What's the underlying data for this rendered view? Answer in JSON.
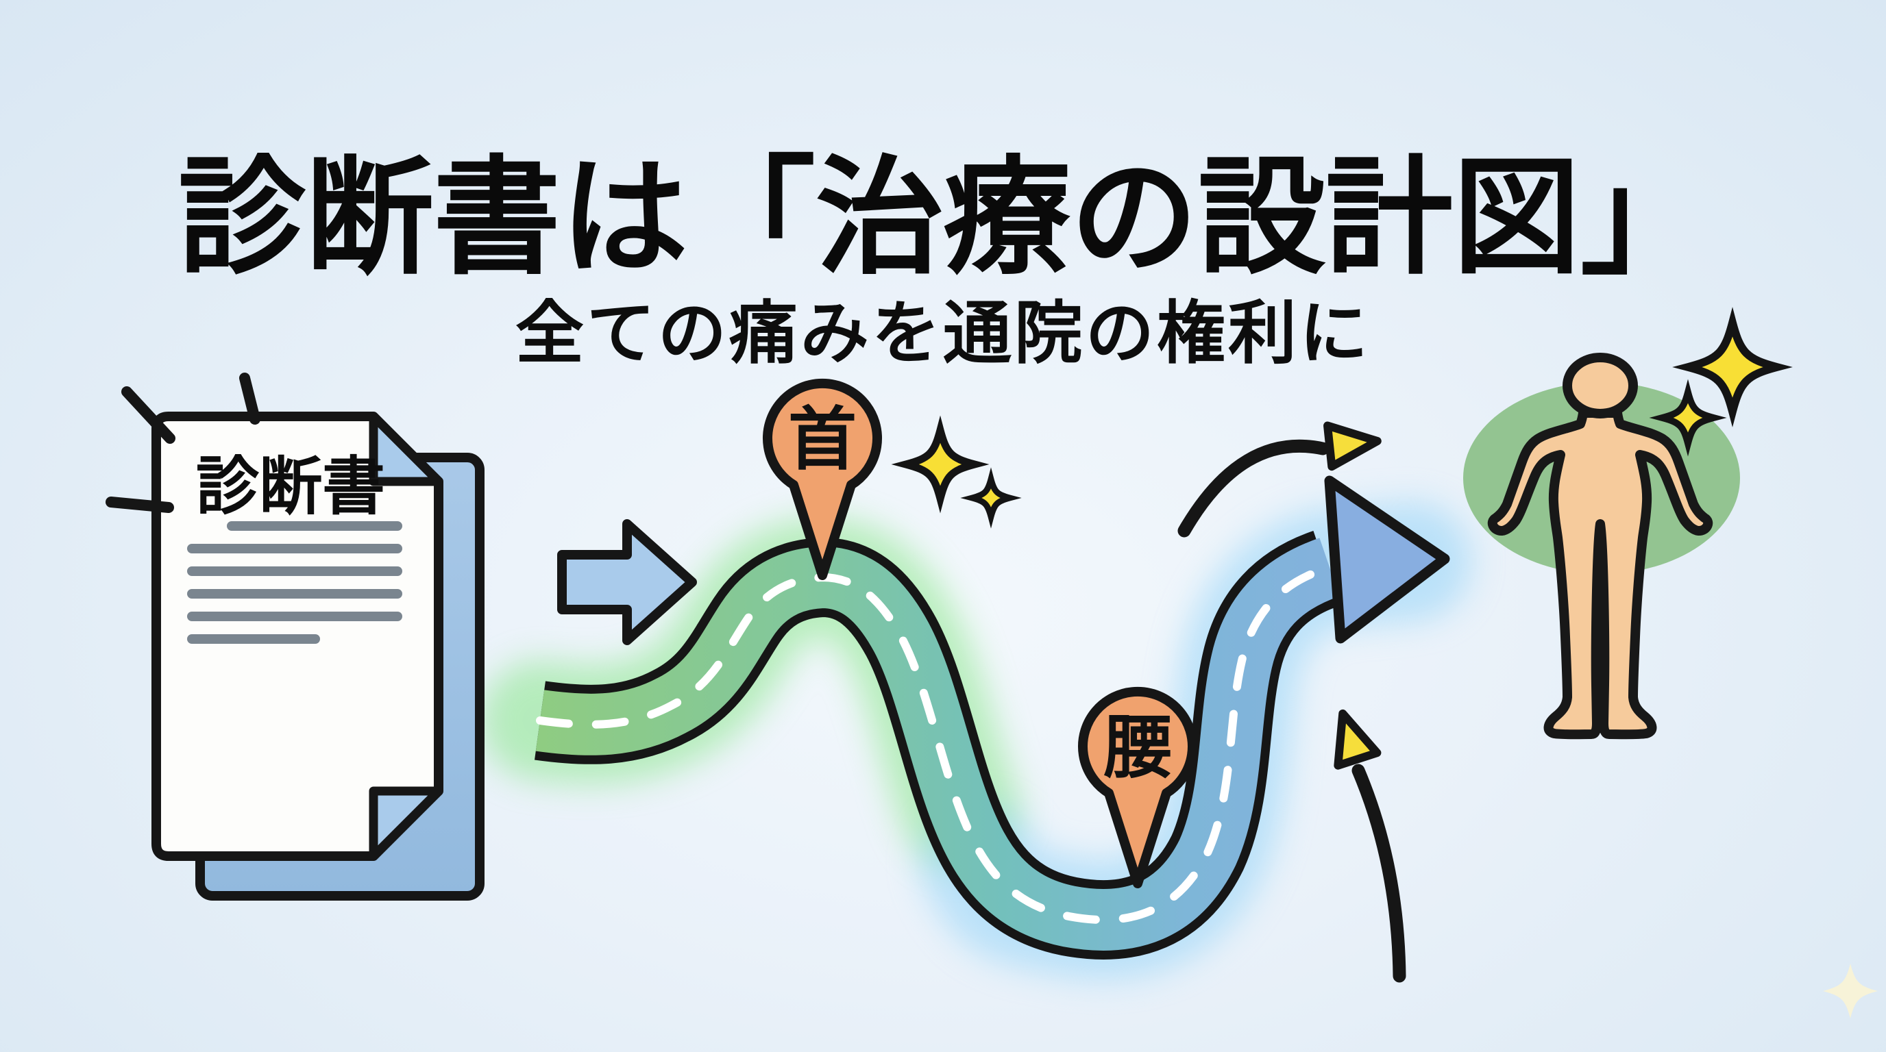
{
  "header": {
    "title": "診断書は「治療の設計図」",
    "subtitle": "全ての痛みを通院の権利に"
  },
  "document": {
    "label": "診断書",
    "page_count": 2,
    "text_line_count": 6
  },
  "flow": {
    "connector": "blue-right-arrow",
    "road_stops": [
      {
        "id": "neck",
        "label": "首"
      },
      {
        "id": "waist",
        "label": "腰"
      }
    ],
    "destination": "person-silhouette"
  },
  "colors": {
    "background": "#e7f0f8",
    "outline_black": "#161616",
    "road_green": "#90cc80",
    "road_teal": "#73c0bc",
    "road_blue": "#88aee0",
    "page_white": "#fdfdfb",
    "page_blue": "#9ec2e4",
    "fold_blue": "#a9cbeb",
    "doc_line_gray": "#7a858f",
    "connector_blue": "#a9cbeb",
    "pin_orange": "#f0a26e",
    "sparkle_yellow": "#f8df35",
    "person_skin": "#f6cb9c",
    "halo_green": "#93c491",
    "arrowhead_yellow": "#f6de3b"
  }
}
